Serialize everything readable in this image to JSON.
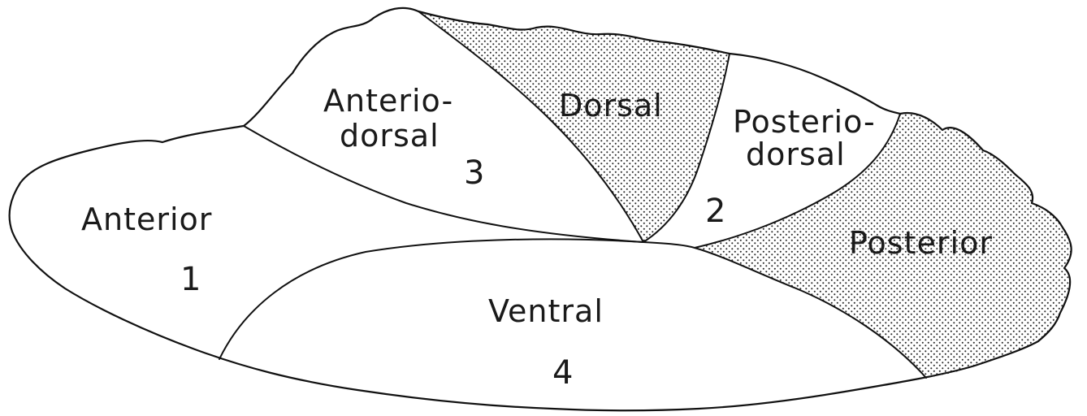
{
  "figure": {
    "fill_pattern": "dotted",
    "ink_color": "#111111",
    "paper_color": "#ffffff",
    "regions": [
      {
        "id": "anterior",
        "label_lines": [
          "Anterior"
        ],
        "number": "1",
        "shaded": false
      },
      {
        "id": "posteriodorsal",
        "label_lines": [
          "Posterio-",
          "dorsal"
        ],
        "number": "2",
        "shaded": false
      },
      {
        "id": "anteriodorsal",
        "label_lines": [
          "Anterio-",
          "dorsal"
        ],
        "number": "3",
        "shaded": false
      },
      {
        "id": "ventral",
        "label_lines": [
          "Ventral"
        ],
        "number": "4",
        "shaded": false
      },
      {
        "id": "dorsal",
        "label_lines": [
          "Dorsal"
        ],
        "number": "",
        "shaded": true
      },
      {
        "id": "posterior",
        "label_lines": [
          "Posterior"
        ],
        "number": "",
        "shaded": true
      }
    ]
  }
}
